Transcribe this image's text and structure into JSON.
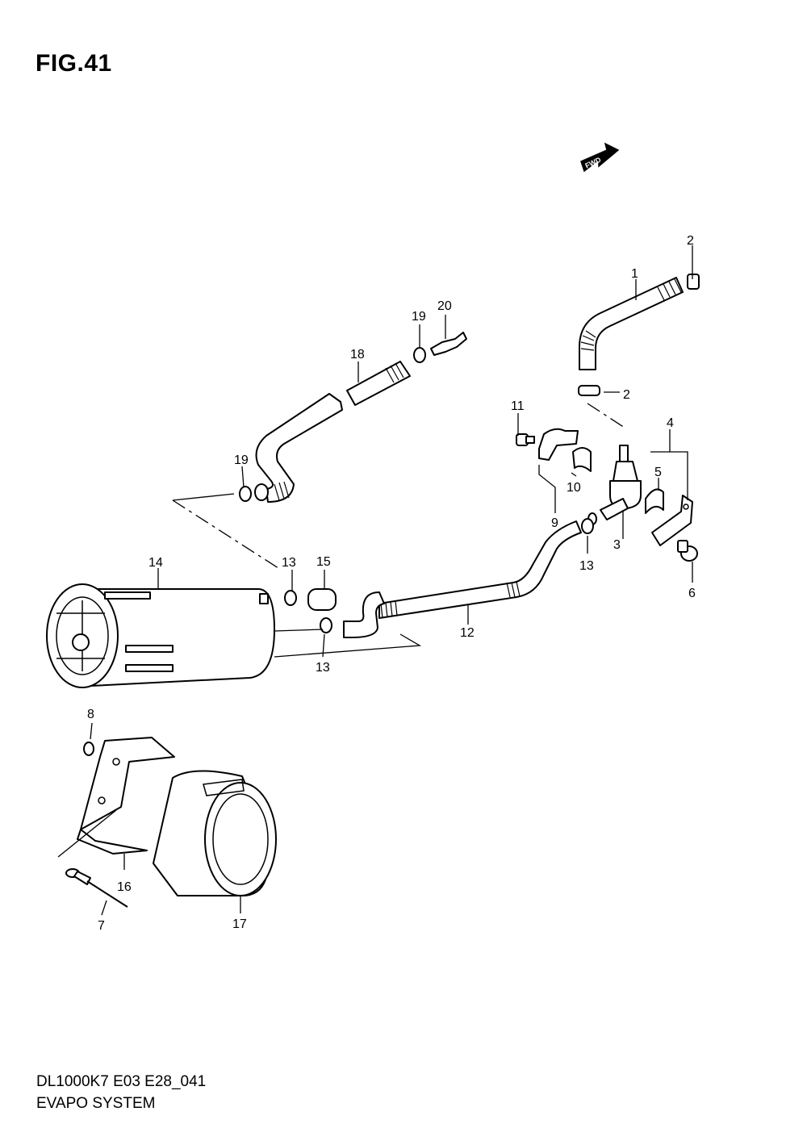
{
  "figure": {
    "title": "FIG.41"
  },
  "footer": {
    "model_code": "DL1000K7 E03 E28_041",
    "system_name": "EVAPO SYSTEM"
  },
  "fwd_arrow": {
    "label": "FWD",
    "icon": "fwd-arrow-icon"
  },
  "callouts": [
    "1",
    "2",
    "2",
    "3",
    "4",
    "5",
    "6",
    "7",
    "8",
    "9",
    "10",
    "11",
    "12",
    "13",
    "13",
    "13",
    "14",
    "15",
    "16",
    "17",
    "18",
    "19",
    "19",
    "20"
  ]
}
